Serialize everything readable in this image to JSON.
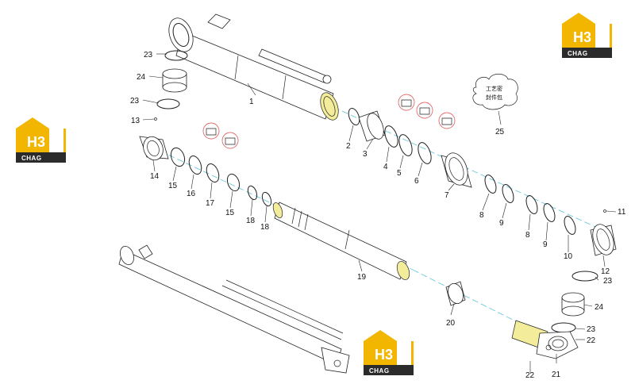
{
  "brand": {
    "mark": "H3",
    "name": "CHAG",
    "colors": {
      "gold": "#f3b600",
      "dark": "#2b2b2b"
    }
  },
  "package_note": {
    "line1": "工艺密",
    "line2": "封件包"
  },
  "callouts": {
    "c1": "1",
    "c2": "2",
    "c3": "3",
    "c4": "4",
    "c5": "5",
    "c6": "6",
    "c7": "7",
    "c8a": "8",
    "c8b": "8",
    "c9a": "9",
    "c9b": "9",
    "c10": "10",
    "c11": "11",
    "c12": "12",
    "c13": "13",
    "c14": "14",
    "c15a": "15",
    "c15b": "15",
    "c16": "16",
    "c17": "17",
    "c18a": "18",
    "c18b": "18",
    "c19": "19",
    "c20": "20",
    "c21": "21",
    "c22a": "22",
    "c22b": "22",
    "c23a": "23",
    "c23b": "23",
    "c23c": "23",
    "c23d": "23",
    "c24a": "24",
    "c24b": "24",
    "c25": "25"
  }
}
